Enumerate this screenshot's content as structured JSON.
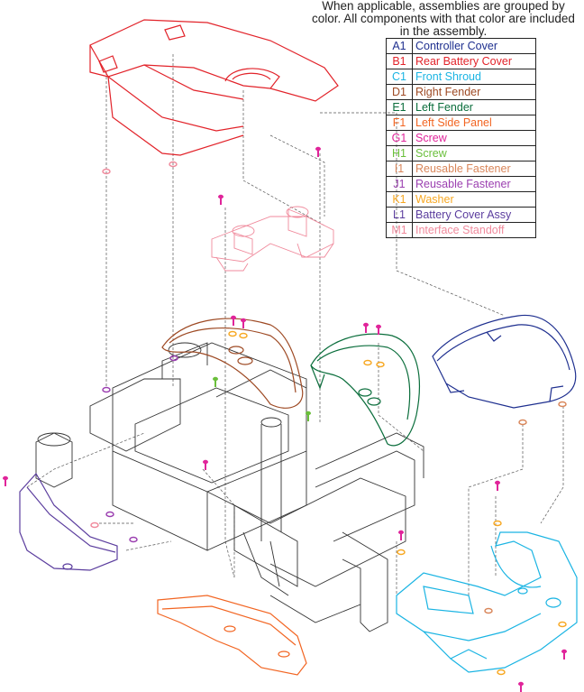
{
  "note": "When applicable, assemblies are grouped by color. All components with that color are included in the assembly.",
  "legend": [
    {
      "code": "A1",
      "name": "Controller Cover",
      "color": "#1e2f8f"
    },
    {
      "code": "B1",
      "name": "Rear Battery Cover",
      "color": "#e2232a"
    },
    {
      "code": "C1",
      "name": "Front Shroud",
      "color": "#1ab4e3"
    },
    {
      "code": "D1",
      "name": "Right Fender",
      "color": "#9e4a24"
    },
    {
      "code": "E1",
      "name": "Left Fender",
      "color": "#0b6e3c"
    },
    {
      "code": "F1",
      "name": "Left Side Panel",
      "color": "#f26522"
    },
    {
      "code": "G1",
      "name": "Screw",
      "color": "#e0249a"
    },
    {
      "code": "H1",
      "name": "Screw",
      "color": "#6abf3b"
    },
    {
      "code": "I1",
      "name": "Reusable Fastener",
      "color": "#d9865a"
    },
    {
      "code": "J1",
      "name": "Reusable Fastener",
      "color": "#9b3fb0"
    },
    {
      "code": "K1",
      "name": "Washer",
      "color": "#f7a823"
    },
    {
      "code": "L1",
      "name": "Battery Cover Assy",
      "color": "#5b3d9e"
    },
    {
      "code": "M1",
      "name": "Interface Standoff",
      "color": "#f08a9c"
    }
  ],
  "frame_color": "#333333"
}
